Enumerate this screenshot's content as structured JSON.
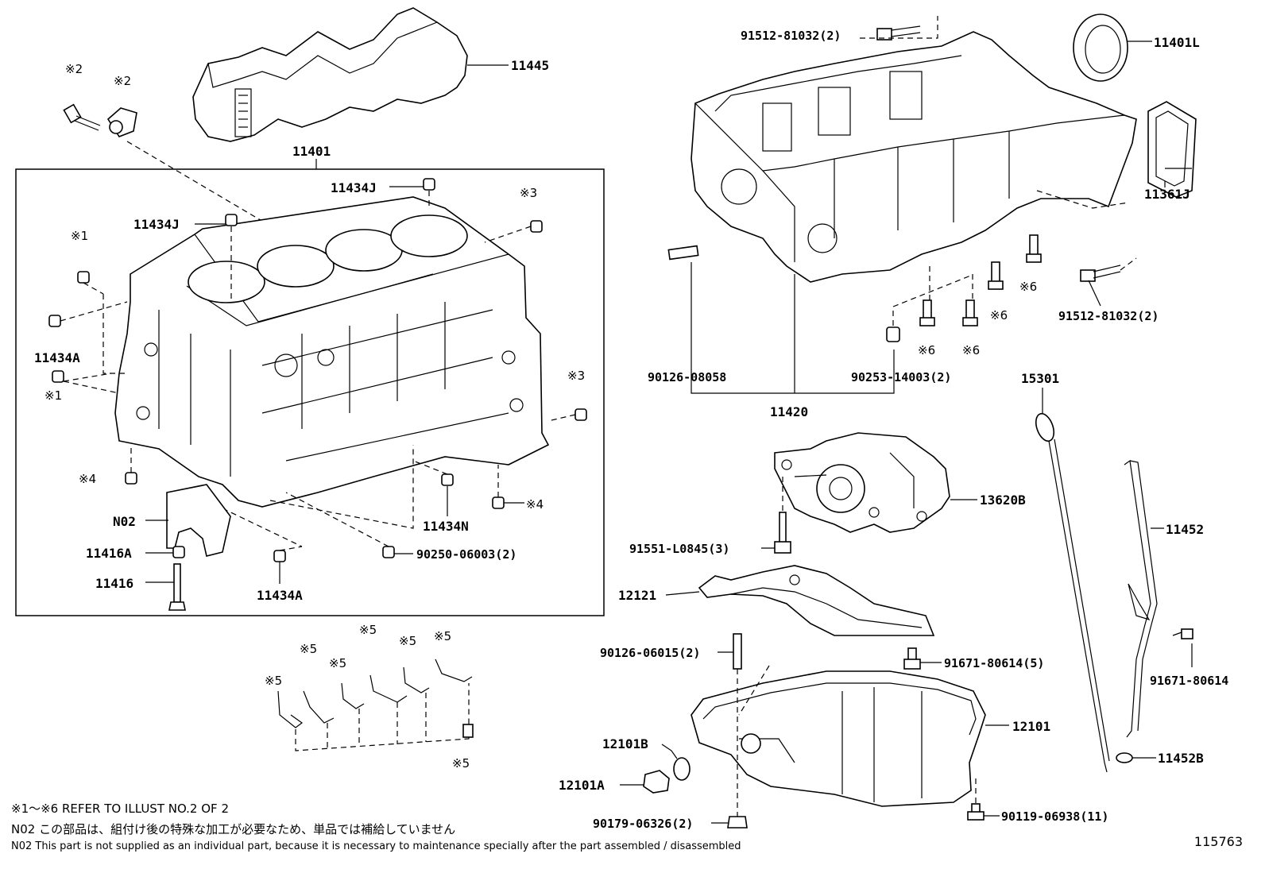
{
  "labels": {
    "p11445": "11445",
    "p11401": "11401",
    "p11434J_a": "11434J",
    "p11434J_b": "11434J",
    "p11434A_a": "11434A",
    "p11434A_b": "11434A",
    "pN02": "N02",
    "p11416A": "11416A",
    "p11416": "11416",
    "p11434N": "11434N",
    "p90250": "90250-06003(2)",
    "p91512_a": "91512-81032(2)",
    "p91512_b": "91512-81032(2)",
    "p11401L": "11401L",
    "p11361J": "11361J",
    "p90126_08058": "90126-08058",
    "p90253": "90253-14003(2)",
    "p11420": "11420",
    "p15301": "15301",
    "p13620B": "13620B",
    "p91551": "91551-L0845(3)",
    "p11452": "11452",
    "p12121": "12121",
    "p90126_06015": "90126-06015(2)",
    "p91671_a": "91671-80614(5)",
    "p91671_b": "91671-80614",
    "p12101": "12101",
    "p12101B": "12101B",
    "p12101A": "12101A",
    "p90179": "90179-06326(2)",
    "p90119": "90119-06938(11)",
    "p11452B": "11452B"
  },
  "marks": {
    "m1": "※1",
    "m2": "※2",
    "m3": "※3",
    "m4": "※4",
    "m5": "※5",
    "m6": "※6"
  },
  "notes": {
    "refer": "※1～※6 REFER TO ILLUST NO.2 OF 2",
    "n02_jp": "N02 この部品は、組付け後の特殊な加工が必要なため、単品では補給していません",
    "n02_en": "N02 This part is not supplied as an individual part, because it is necessary to maintenance specially after the part assembled / disassembled"
  },
  "illustration_code": "115763"
}
